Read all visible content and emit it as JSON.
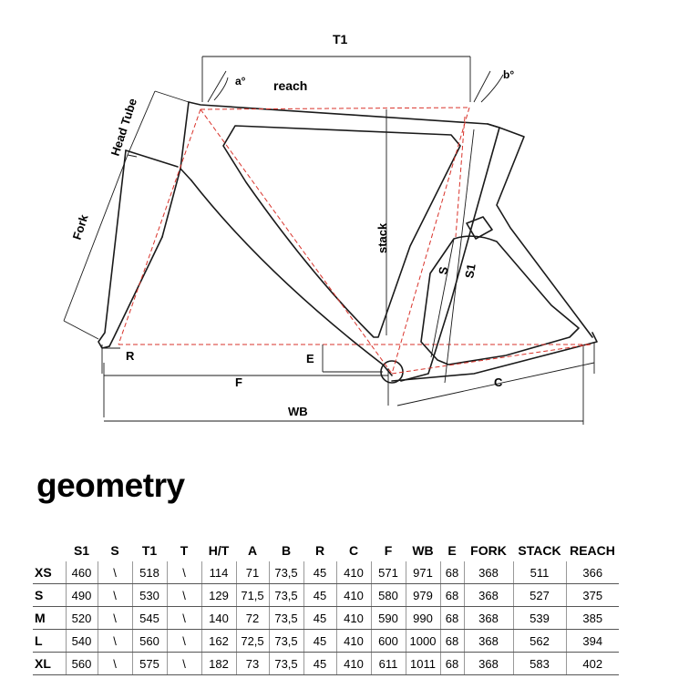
{
  "diagram": {
    "labels": {
      "t1": "T1",
      "a": "a°",
      "reach": "reach",
      "b": "b°",
      "head_tube": "Head Tube",
      "fork": "Fork",
      "stack": "stack",
      "s": "S",
      "s1": "S1",
      "r": "R",
      "e": "E",
      "f": "F",
      "c": "C",
      "wb": "WB"
    }
  },
  "geometry": {
    "title": "geometry",
    "columns": [
      "",
      "S1",
      "S",
      "T1",
      "T",
      "H/T",
      "A",
      "B",
      "R",
      "C",
      "F",
      "WB",
      "E",
      "FORK",
      "STACK",
      "REACH"
    ],
    "rows": [
      {
        "size": "XS",
        "values": [
          "460",
          "\\",
          "518",
          "\\",
          "114",
          "71",
          "73,5",
          "45",
          "410",
          "571",
          "971",
          "68",
          "368",
          "511",
          "366"
        ]
      },
      {
        "size": "S",
        "values": [
          "490",
          "\\",
          "530",
          "\\",
          "129",
          "71,5",
          "73,5",
          "45",
          "410",
          "580",
          "979",
          "68",
          "368",
          "527",
          "375"
        ]
      },
      {
        "size": "M",
        "values": [
          "520",
          "\\",
          "545",
          "\\",
          "140",
          "72",
          "73,5",
          "45",
          "410",
          "590",
          "990",
          "68",
          "368",
          "539",
          "385"
        ]
      },
      {
        "size": "L",
        "values": [
          "540",
          "\\",
          "560",
          "\\",
          "162",
          "72,5",
          "73,5",
          "45",
          "410",
          "600",
          "1000",
          "68",
          "368",
          "562",
          "394"
        ]
      },
      {
        "size": "XL",
        "values": [
          "560",
          "\\",
          "575",
          "\\",
          "182",
          "73",
          "73,5",
          "45",
          "410",
          "611",
          "1011",
          "68",
          "368",
          "583",
          "402"
        ]
      }
    ]
  }
}
